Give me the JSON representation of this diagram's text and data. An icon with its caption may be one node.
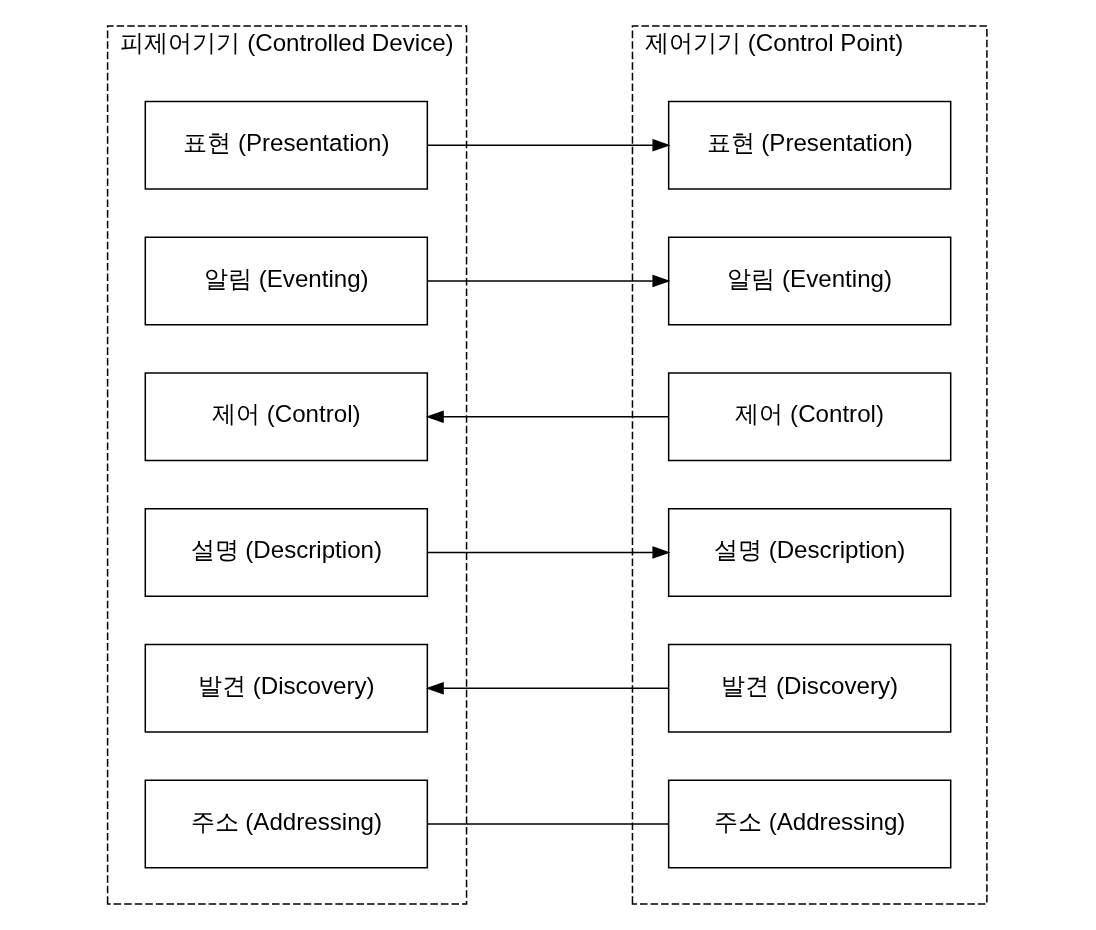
{
  "diagram": {
    "nodes": [
      {
        "text": [
          "피제어기기 (Controlled Device)"
        ]
      },
      {
        "text": [
          "표현 (Presentation)"
        ],
        "in": 0
      },
      {
        "text": [
          "알림 (Eventing)"
        ],
        "in": 0
      },
      {
        "text": [
          "제어 (Control)"
        ],
        "in": 0
      },
      {
        "text": [
          "설명 (Description)"
        ],
        "in": 0
      },
      {
        "text": [
          "발견 (Discovery)"
        ],
        "in": 0
      },
      {
        "text": [
          "주소 (Addressing)"
        ],
        "in": 0
      },
      {
        "text": [
          "제어기기 (Control Point)"
        ]
      },
      {
        "text": [
          "표현 (Presentation)"
        ],
        "in": 7
      },
      {
        "text": [
          "알림 (Eventing)"
        ],
        "in": 7
      },
      {
        "text": [
          "제어 (Control)"
        ],
        "in": 7
      },
      {
        "text": [
          "설명 (Description)"
        ],
        "in": 7
      },
      {
        "text": [
          "발견 (Discovery)"
        ],
        "in": 7
      },
      {
        "text": [
          "주소 (Addressing)"
        ],
        "in": 7
      }
    ],
    "edges": [
      {
        "from": 1,
        "to": 8,
        "arrow": "to"
      },
      {
        "from": 2,
        "to": 9,
        "arrow": "to"
      },
      {
        "from": 10,
        "to": 3,
        "arrow": "to"
      },
      {
        "from": 4,
        "to": 11,
        "arrow": "to"
      },
      {
        "from": 12,
        "to": 5,
        "arrow": "to"
      },
      {
        "from": 6,
        "to": 13,
        "arrow": "none"
      }
    ]
  }
}
